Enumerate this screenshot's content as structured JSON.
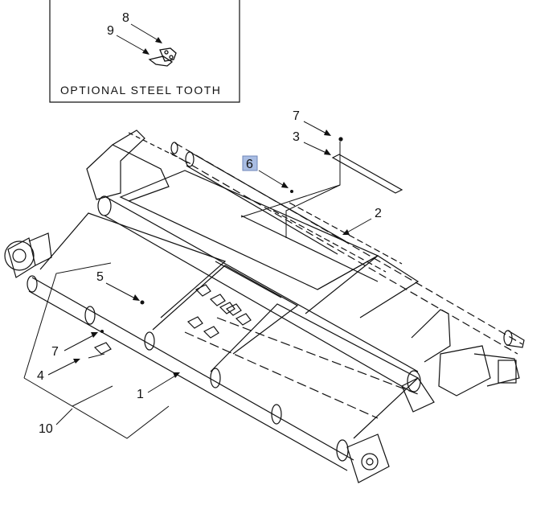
{
  "inset": {
    "caption": "OPTIONAL STEEL TOOTH",
    "callouts": [
      "8",
      "9"
    ]
  },
  "callouts": {
    "c7_top": "7",
    "c3": "3",
    "c6": "6",
    "c2": "2",
    "c5": "5",
    "c7_left": "7",
    "c4": "4",
    "c1": "1",
    "c10": "10"
  },
  "colors": {
    "line": "#111111",
    "highlight_fill": "#a9bde3",
    "highlight_stroke": "#6f86b8"
  }
}
